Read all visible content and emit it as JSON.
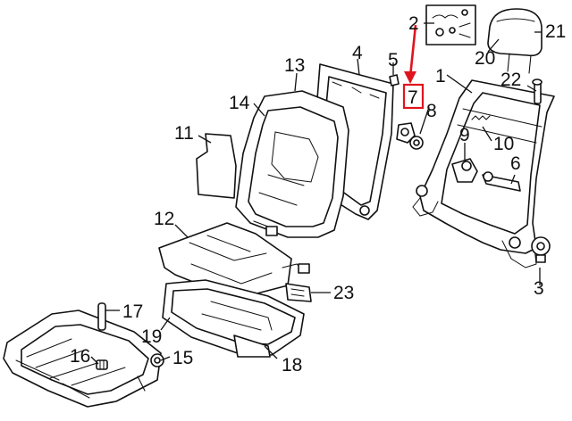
{
  "callouts": [
    {
      "id": "c1",
      "label": "1"
    },
    {
      "id": "c2",
      "label": "2"
    },
    {
      "id": "c3",
      "label": "3"
    },
    {
      "id": "c4",
      "label": "4"
    },
    {
      "id": "c5",
      "label": "5"
    },
    {
      "id": "c6",
      "label": "6"
    },
    {
      "id": "c7",
      "label": "7"
    },
    {
      "id": "c8",
      "label": "8"
    },
    {
      "id": "c9",
      "label": "9"
    },
    {
      "id": "c10",
      "label": "10"
    },
    {
      "id": "c11",
      "label": "11"
    },
    {
      "id": "c12",
      "label": "12"
    },
    {
      "id": "c13",
      "label": "13"
    },
    {
      "id": "c14",
      "label": "14"
    },
    {
      "id": "c15",
      "label": "15"
    },
    {
      "id": "c16",
      "label": "16"
    },
    {
      "id": "c17",
      "label": "17"
    },
    {
      "id": "c18",
      "label": "18"
    },
    {
      "id": "c19",
      "label": "19"
    },
    {
      "id": "c20",
      "label": "20"
    },
    {
      "id": "c21",
      "label": "21"
    },
    {
      "id": "c22",
      "label": "22"
    },
    {
      "id": "c23",
      "label": "23"
    }
  ],
  "highlight": {
    "label": "7",
    "color": "#e0141e"
  }
}
